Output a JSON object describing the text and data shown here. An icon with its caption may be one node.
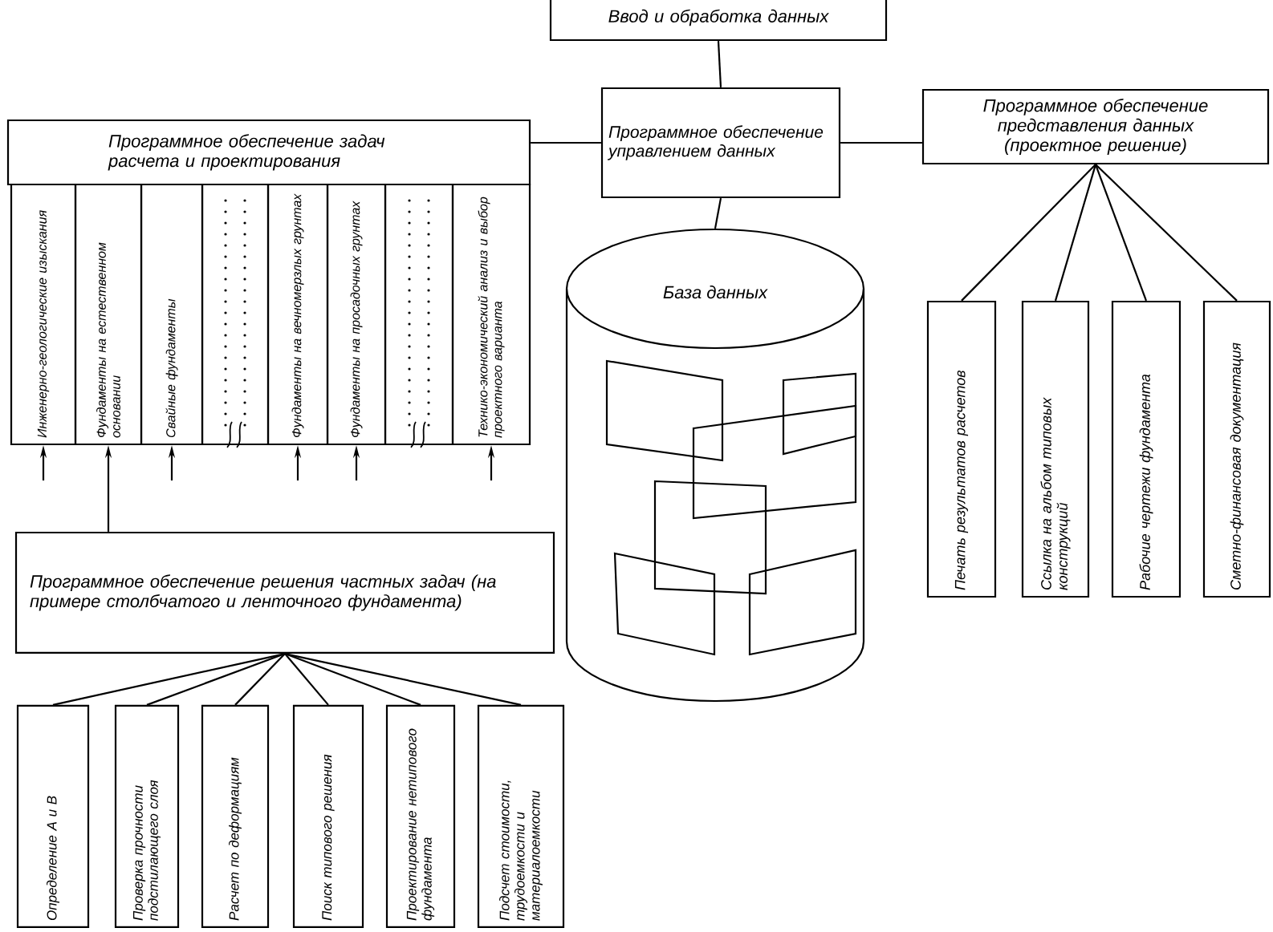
{
  "diagram": {
    "nodes": [
      {
        "text": [
          "Ввод и обработка данных"
        ]
      },
      {
        "text": [
          "Программное обеспечение управлением данных"
        ]
      },
      {
        "text": [
          "Программное обеспечение задач расчета и проектирования"
        ]
      },
      {
        "text": [
          "Программное обеспечение представления данных (проектное решение)"
        ]
      },
      {
        "text": [
          "База данных"
        ]
      },
      {
        "text": [
          "Инженерно-геологические изыскания"
        ]
      },
      {
        "text": [
          "Фундаменты на естественном основании"
        ]
      },
      {
        "text": [
          "Свайные фундаменты"
        ]
      },
      {
        "text": [],
        "shape": "box"
      },
      {
        "text": [
          "Фундаменты на вечномерзлых грунтах"
        ]
      },
      {
        "text": [
          "Фундаменты на просадочных грунтах"
        ]
      },
      {
        "text": [],
        "shape": "box"
      },
      {
        "text": [
          "Технико-экономический анализ и выбор проектного варианта"
        ]
      },
      {
        "text": [
          "Печать результатов расчетов"
        ]
      },
      {
        "text": [
          "Ссылка на альбом типовых конструкций"
        ]
      },
      {
        "text": [
          "Рабочие чертежи фундамента"
        ]
      },
      {
        "text": [
          "Сметно-финансовая документация"
        ]
      },
      {
        "text": [
          "Программное обеспечение решения частных задач (на примере столбчатого и ленточного фундамента)"
        ]
      },
      {
        "text": [
          "Определение A и B"
        ]
      },
      {
        "text": [
          "Проверка прочности подстилающего слоя"
        ]
      },
      {
        "text": [
          "Расчет по деформациям"
        ]
      },
      {
        "text": [
          "Поиск типового решения"
        ]
      },
      {
        "text": [
          "Проектирование нетипового фундамента"
        ]
      },
      {
        "text": [
          "Подсчет стоимости, трудоемкости и материалоемкости"
        ]
      }
    ],
    "edges": [
      {
        "from": 0,
        "to": 1,
        "arrow": "none"
      },
      {
        "from": 1,
        "to": 2,
        "arrow": "none"
      },
      {
        "from": 1,
        "to": 3,
        "arrow": "none"
      },
      {
        "from": 1,
        "to": 4,
        "arrow": "none"
      },
      {
        "from": 3,
        "to": 13,
        "arrow": "none"
      },
      {
        "from": 3,
        "to": 14,
        "arrow": "none"
      },
      {
        "from": 3,
        "to": 15,
        "arrow": "none"
      },
      {
        "from": 3,
        "to": 16,
        "arrow": "none"
      },
      {
        "from": 17,
        "to": 6,
        "arrow": "to"
      },
      {
        "from": null,
        "to": 5,
        "arrow": "to"
      },
      {
        "from": null,
        "to": 7,
        "arrow": "to"
      },
      {
        "from": null,
        "to": 9,
        "arrow": "to"
      },
      {
        "from": null,
        "to": 10,
        "arrow": "to"
      },
      {
        "from": null,
        "to": 12,
        "arrow": "to"
      },
      {
        "from": 17,
        "to": 18,
        "arrow": "none"
      },
      {
        "from": 17,
        "to": 19,
        "arrow": "none"
      },
      {
        "from": 17,
        "to": 20,
        "arrow": "none"
      },
      {
        "from": 17,
        "to": 21,
        "arrow": "none"
      },
      {
        "from": 17,
        "to": 22,
        "arrow": "none"
      },
      {
        "from": 17,
        "to": 23,
        "arrow": "none"
      }
    ]
  }
}
